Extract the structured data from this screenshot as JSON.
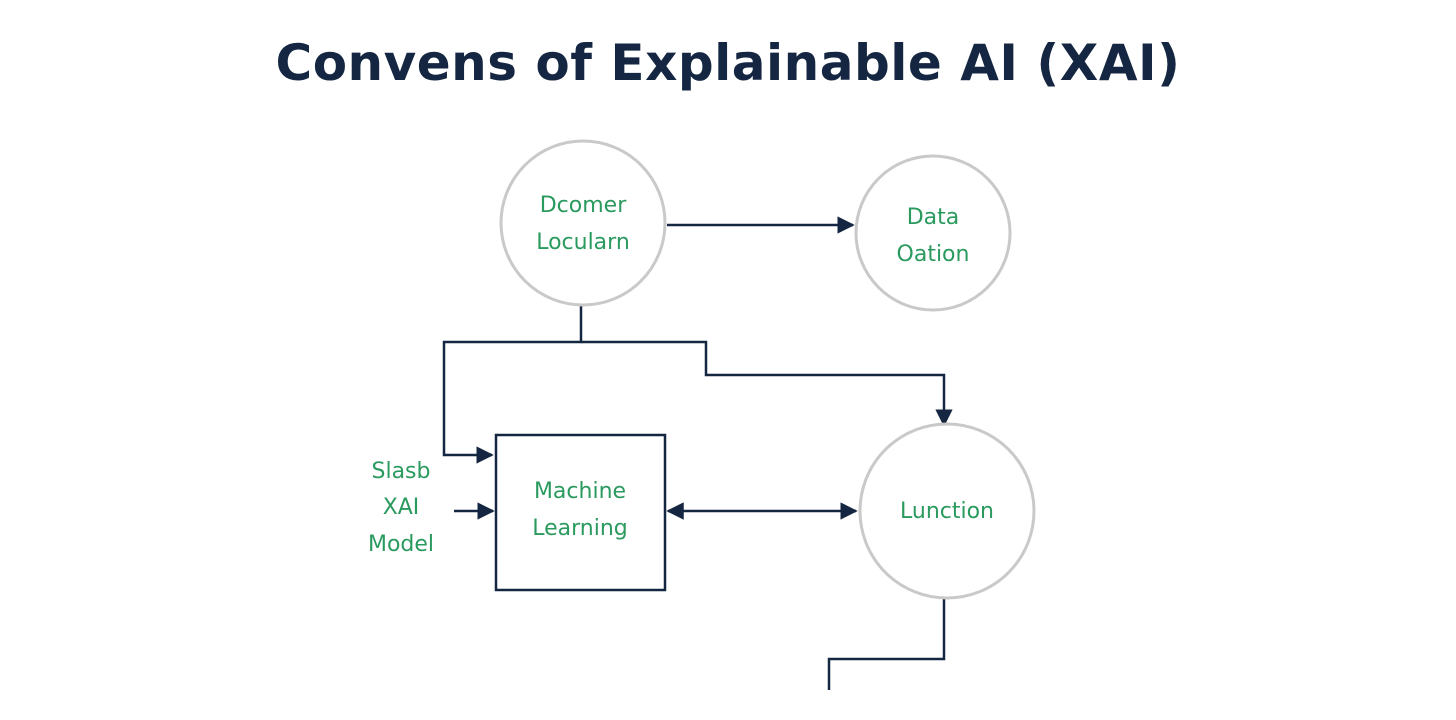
{
  "title": "Convens of Explainable AI (XAI)",
  "nodes": {
    "dcomer": {
      "line1": "Dcomer",
      "line2": "Locularn"
    },
    "data": {
      "line1": "Data",
      "line2": "Oation"
    },
    "ml": {
      "line1": "Machine",
      "line2": "Learning"
    },
    "lunction": {
      "line1": "Lunction"
    },
    "xai_model": {
      "line1": "Slasb",
      "line2": "XAI",
      "line3": "Model"
    }
  },
  "colors": {
    "title": "#142641",
    "node_text": "#2a9a5e",
    "edge": "#142641",
    "circle_stroke": "#c9c9c9"
  }
}
